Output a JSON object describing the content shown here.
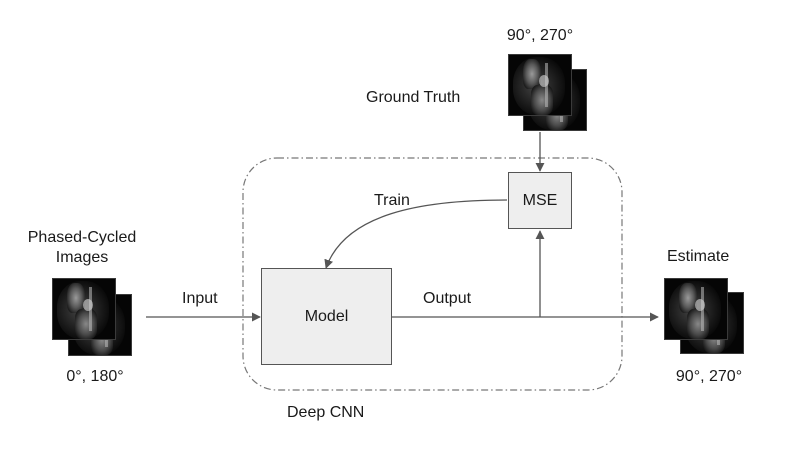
{
  "labels": {
    "phase_cycled": "Phased-Cycled\nImages",
    "input_angles": "0°, 180°",
    "input": "Input",
    "model": "Model",
    "output": "Output",
    "train": "Train",
    "mse": "MSE",
    "ground_truth": "Ground Truth",
    "gt_angles": "90°, 270°",
    "estimate": "Estimate",
    "estimate_angles": "90°, 270°",
    "deep_cnn": "Deep CNN"
  },
  "colors": {
    "line": "#555555",
    "box_fill": "#eeeeee"
  }
}
